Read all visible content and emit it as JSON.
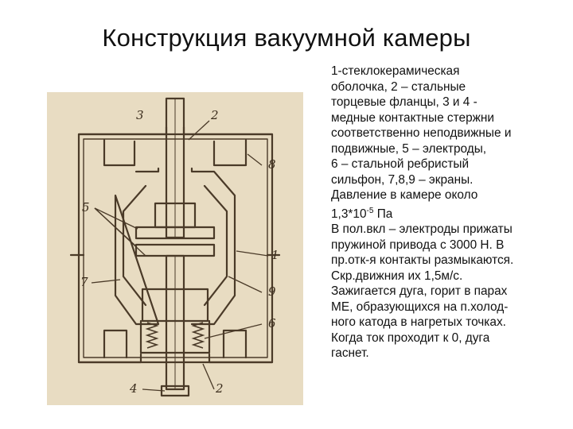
{
  "slide": {
    "title": "Конструкция вакуумной камеры"
  },
  "figure": {
    "labels": {
      "l3": "3",
      "l2_top": "2",
      "l8": "8",
      "l5": "5",
      "l1": "1",
      "l7": "7",
      "l9": "9",
      "l6": "6",
      "l4": "4",
      "l2_bottom": "2"
    },
    "colors": {
      "paper": "#e8dcc2",
      "ink": "#4a3a28"
    }
  },
  "caption": {
    "lines": [
      "1-стеклокерамическая",
      "оболочка, 2 – стальные",
      "торцевые фланцы, 3 и  4 -",
      "медные контактные стержни",
      "соответственно неподвижные и",
      "подвижные, 5 – электроды,",
      "6 – стальной ребристый",
      "сильфон, 7,8,9 – экраны.",
      "Давление в камере около",
      "1,3*10",
      "В пол.вкл – электроды прижаты",
      "пружиной привода с 3000 Н. В",
      "пр.отк-я контакты размыкаются.",
      "Скр.движния их  1,5м/с.",
      "Зажигается дуга, горит в парах",
      "МЕ, образующихся на п.холод-",
      "ного катода в нагретых точках.",
      "Когда ток проходит к 0, дуга",
      "гаснет."
    ],
    "pressure_exponent": "-5",
    "pressure_unit": " Па"
  }
}
